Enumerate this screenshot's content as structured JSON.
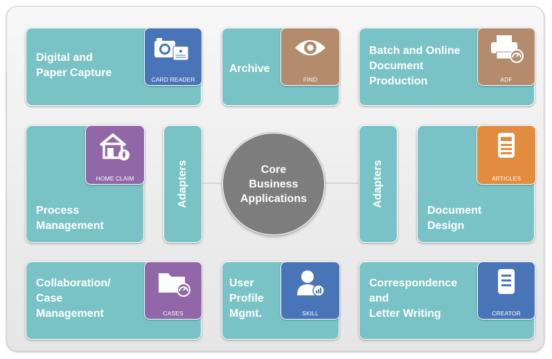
{
  "colors": {
    "tile": "#79c3c6",
    "panel": "#eeeeee",
    "core": "#7d7d7d",
    "blue": "#4a74b8",
    "brown": "#b48c6d",
    "purple": "#9167a8",
    "orange": "#e18c3f"
  },
  "core": {
    "label": "Core\nBusiness\nApplications"
  },
  "adapters": {
    "left_label": "Adapters",
    "right_label": "Adapters"
  },
  "tiles": [
    {
      "label": "Digital and\nPaper Capture",
      "app_caption": "CARD READER",
      "app_color": "#4a74b8",
      "icon": "camera-card-icon"
    },
    {
      "label": "Archive",
      "app_caption": "FIND",
      "app_color": "#b48c6d",
      "icon": "eye-icon"
    },
    {
      "label": "Batch and Online\nDocument\nProduction",
      "app_caption": "ADF",
      "app_color": "#b48c6d",
      "icon": "printer-icon"
    },
    {
      "label": "Process\nManagement",
      "app_caption": "HOME CLAIM",
      "app_color": "#9167a8",
      "icon": "house-fire-icon"
    },
    {
      "label": "Document\nDesign",
      "app_caption": "ARTICLES",
      "app_color": "#e18c3f",
      "icon": "article-icon"
    },
    {
      "label": "Collaboration/\nCase\nManagement",
      "app_caption": "CASES",
      "app_color": "#9167a8",
      "icon": "folder-gauge-icon"
    },
    {
      "label": "User\nProfile\nMgmt.",
      "app_caption": "SKILL",
      "app_color": "#4a74b8",
      "icon": "user-chart-icon"
    },
    {
      "label": "Correspondence\nand\nLetter Writing",
      "app_caption": "CREATOR",
      "app_color": "#4a74b8",
      "icon": "document-icon"
    }
  ]
}
